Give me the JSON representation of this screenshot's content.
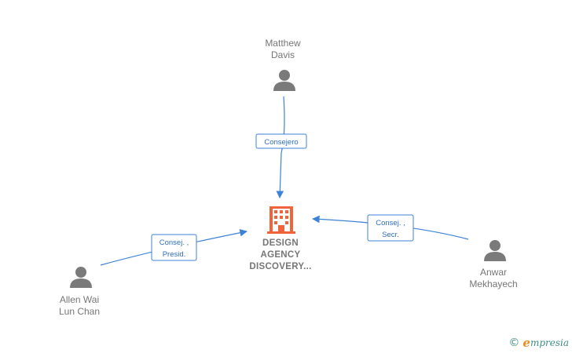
{
  "company": {
    "name_lines": [
      "DESIGN",
      "AGENCY",
      "DISCOVERY..."
    ],
    "icon": "building-icon",
    "color": "#f0643c"
  },
  "people": [
    {
      "id": "matthew",
      "name_lines": [
        "Matthew",
        "Davis"
      ],
      "icon": "person-icon"
    },
    {
      "id": "allen",
      "name_lines": [
        "Allen Wai",
        "Lun Chan"
      ],
      "icon": "person-icon"
    },
    {
      "id": "anwar",
      "name_lines": [
        "Anwar",
        "Mekhayech"
      ],
      "icon": "person-icon"
    }
  ],
  "relations": [
    {
      "from": "matthew",
      "role_lines": [
        "Consejero"
      ]
    },
    {
      "from": "allen",
      "role_lines": [
        "Consej. ,",
        "Presid."
      ]
    },
    {
      "from": "anwar",
      "role_lines": [
        "Consej. ,",
        "Secr."
      ]
    }
  ],
  "colors": {
    "edge": "#3d82d6",
    "person": "#7a7a7a",
    "label": "#767676"
  },
  "watermark": {
    "symbol": "©",
    "brand_initial": "e",
    "brand_rest": "mpresia"
  }
}
